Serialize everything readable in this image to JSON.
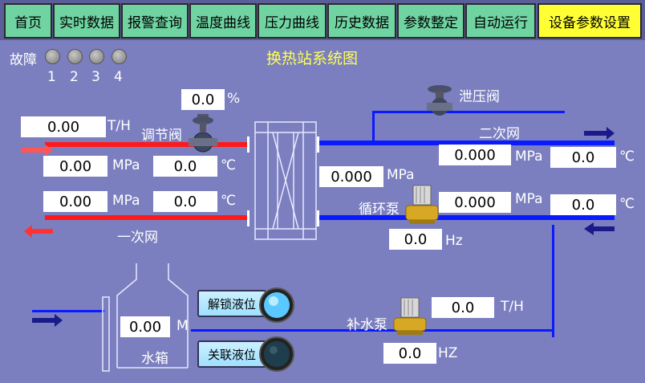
{
  "nav": {
    "tabs": [
      {
        "label": "首页"
      },
      {
        "label": "实时数据"
      },
      {
        "label": "报警查询"
      },
      {
        "label": "温度曲线"
      },
      {
        "label": "压力曲线"
      },
      {
        "label": "历史数据"
      },
      {
        "label": "参数整定"
      },
      {
        "label": "自动运行"
      },
      {
        "label": "设备参数设置"
      }
    ],
    "active_index": 8
  },
  "fault": {
    "label": "故障",
    "indicators": [
      {
        "num": "1"
      },
      {
        "num": "2"
      },
      {
        "num": "3"
      },
      {
        "num": "4"
      }
    ]
  },
  "diagram": {
    "title": "换热站系统图",
    "valve": {
      "label": "调节阀",
      "opening": "0.0",
      "unit": "%"
    },
    "primary": {
      "label": "一次网",
      "flow": {
        "value": "0.00",
        "unit": "T/H"
      },
      "supply": {
        "pressure": "0.00",
        "pressure_unit": "MPa",
        "temp": "0.0",
        "temp_unit": "℃"
      },
      "return": {
        "pressure": "0.00",
        "pressure_unit": "MPa",
        "temp": "0.0",
        "temp_unit": "℃"
      }
    },
    "relief_valve": {
      "label": "泄压阀"
    },
    "secondary": {
      "label": "二次网",
      "supply": {
        "pressure": "0.000",
        "pressure_unit": "MPa",
        "temp": "0.0",
        "temp_unit": "℃"
      },
      "return": {
        "pressure": "0.000",
        "pressure_unit": "MPa",
        "temp": "0.0",
        "temp_unit": "℃"
      }
    },
    "circ_pump": {
      "label": "循环泵",
      "inlet_pressure": "0.000",
      "pressure_unit": "MPa",
      "freq": "0.0",
      "freq_unit": "Hz"
    },
    "makeup_pump": {
      "label": "补水泵",
      "flow": "0.0",
      "flow_unit": "T/H",
      "freq": "0.0",
      "freq_unit": "HZ"
    },
    "tank": {
      "label": "水箱",
      "level": "0.00",
      "level_unit": "M"
    },
    "buttons": {
      "unlock": "解锁液位",
      "link": "关联液位"
    },
    "colors": {
      "primary_pipe": "#ff1a1a",
      "secondary_pipe": "#0a1aff",
      "nav_tab": "#6fd3a2",
      "nav_active": "#ffff33",
      "title": "#ffff55"
    }
  }
}
